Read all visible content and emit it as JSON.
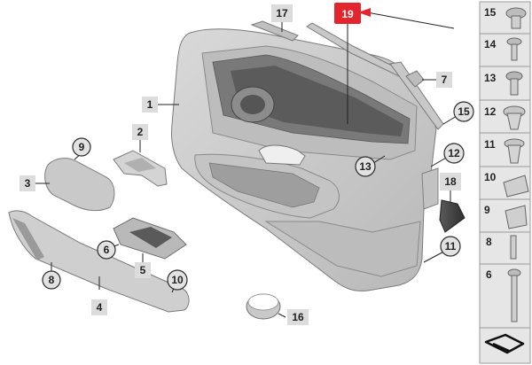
{
  "callouts": {
    "c1": "1",
    "c2": "2",
    "c3": "3",
    "c4": "4",
    "c5": "5",
    "c6": "6",
    "c7": "7",
    "c8": "8",
    "c9": "9",
    "c10": "10",
    "c11": "11",
    "c12": "12",
    "c13": "13",
    "c15": "15",
    "c16": "16",
    "c17": "17",
    "c18": "18",
    "c19": "19"
  },
  "highlight": {
    "label": "19",
    "color": "#e3262d"
  },
  "sidebar": {
    "items": [
      "15",
      "14",
      "13",
      "12",
      "11",
      "10",
      "9",
      "8",
      "6"
    ]
  },
  "colors": {
    "part_fill": "#cfcfcf",
    "part_dark": "#9a9a9a",
    "sidebar_bg": "#e6e6e6"
  },
  "icons": [
    "arrow-icon",
    "fastener-icons"
  ]
}
